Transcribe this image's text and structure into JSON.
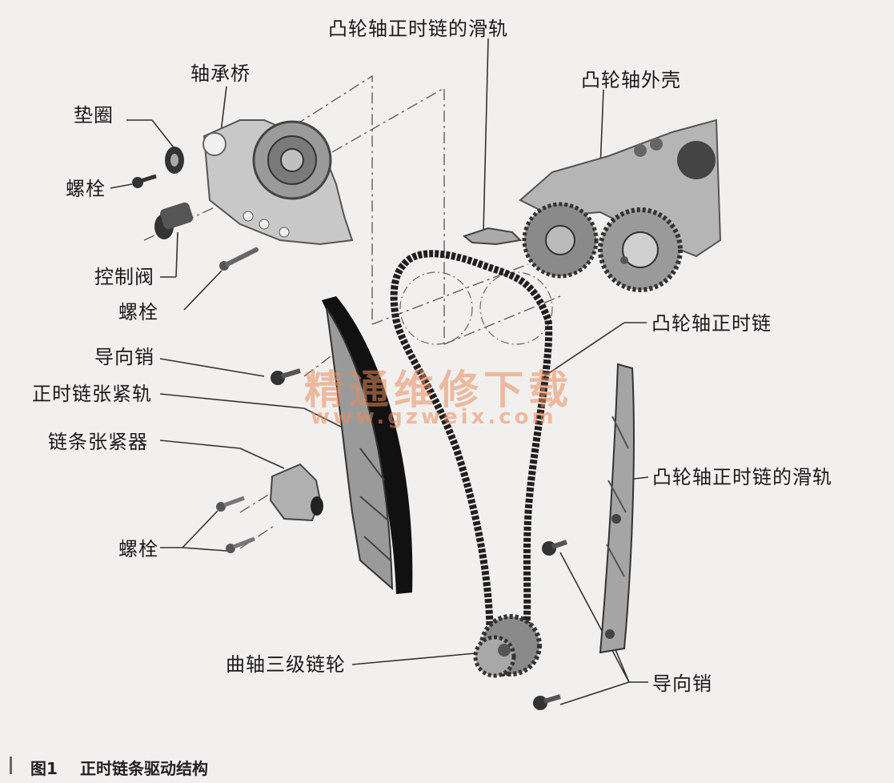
{
  "labels": {
    "bearing_bridge": "轴承桥",
    "washer": "垫圈",
    "bolt_top": "螺栓",
    "control_valve": "控制阀",
    "bolt_mid": "螺栓",
    "cam_chain_rail_top": "凸轮轴正时链的滑轨",
    "cam_housing": "凸轮轴外壳",
    "cam_timing_chain": "凸轮轴正时链",
    "guide_pin_left": "导向销",
    "tensioner_rail": "正时链张紧轨",
    "chain_tensioner": "链条张紧器",
    "bolts_bottom": "螺栓",
    "cam_chain_rail_right": "凸轮轴正时链的滑轨",
    "crank_sprocket": "曲轴三级链轮",
    "guide_pin_right": "导向销"
  },
  "watermark": {
    "cn": "精通维修下载",
    "url": "www.gzweix.com"
  },
  "caption": {
    "number": "图1",
    "text": "正时链条驱动结构"
  },
  "colors": {
    "background": "#f2f0ee",
    "line": "#333333",
    "part": "#9a9a9a",
    "watermark": "#e88c5f"
  }
}
